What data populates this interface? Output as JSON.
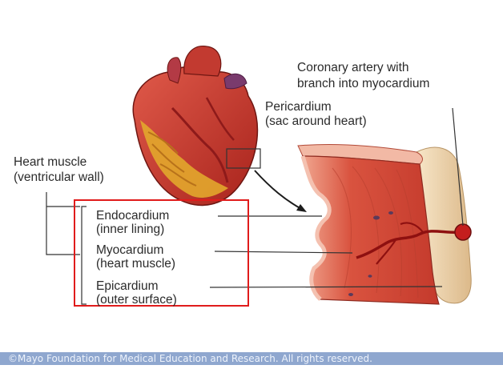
{
  "labels": {
    "coronary_line1": "Coronary artery with",
    "coronary_line2": "branch into myocardium",
    "pericardium_line1": "Pericardium",
    "pericardium_line2": "(sac around heart)",
    "heart_muscle_line1": "Heart muscle",
    "heart_muscle_line2": "(ventricular wall)",
    "endocardium_line1": "Endocardium",
    "endocardium_line2": "(inner lining)",
    "myocardium_line1": "Myocardium",
    "myocardium_line2": "(heart muscle)",
    "epicardium_line1": "Epicardium",
    "epicardium_line2": "(outer surface)"
  },
  "footer": {
    "text": "©Mayo Foundation for Medical Education and Research. All rights reserved."
  },
  "colors": {
    "highlight_box": "#e01b1b",
    "footer_bar": "#8fa7cf",
    "muscle": "#d9533f",
    "pericardium": "#f1d7b0"
  }
}
